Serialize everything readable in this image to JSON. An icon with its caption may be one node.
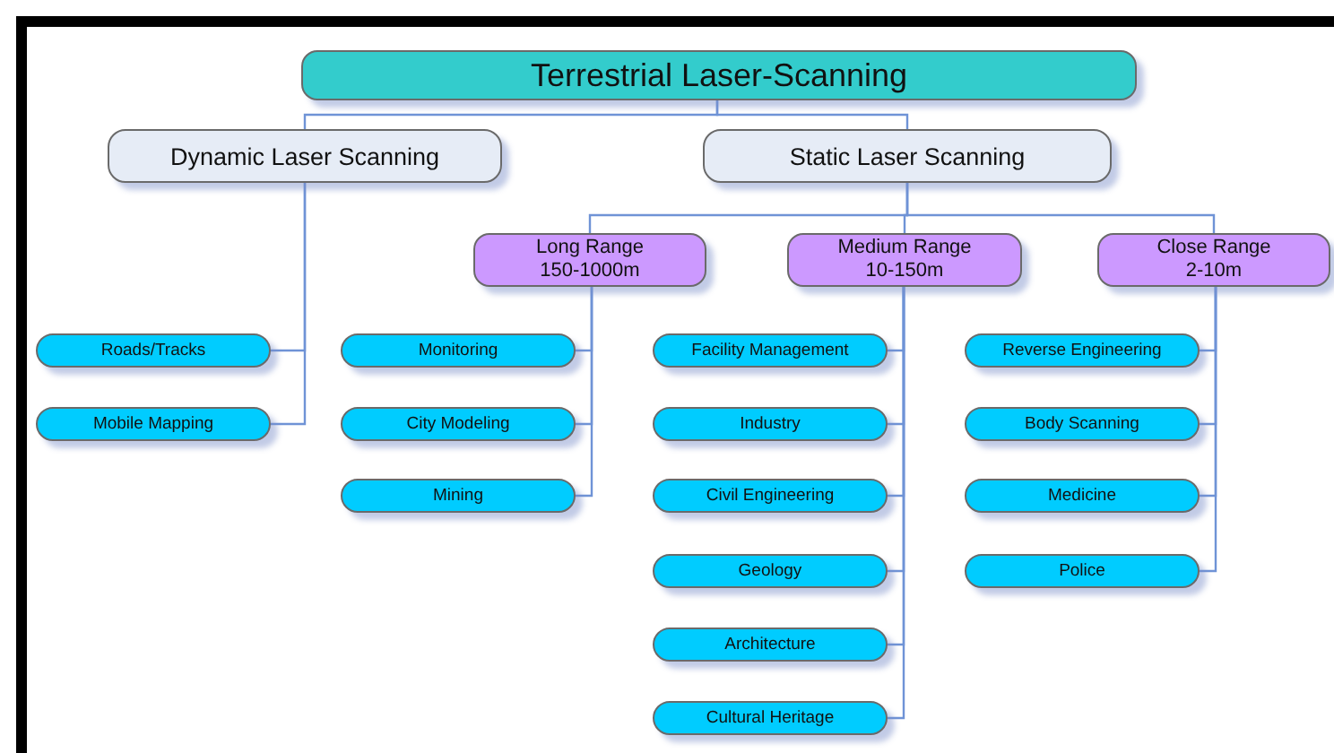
{
  "diagram": {
    "nodes": [
      {
        "text": [
          "Terrestrial Laser-Scanning"
        ]
      },
      {
        "text": [
          "Dynamic Laser Scanning"
        ]
      },
      {
        "text": [
          "Static Laser Scanning"
        ]
      },
      {
        "text": [
          "Long Range",
          "150-1000m"
        ]
      },
      {
        "text": [
          "Medium Range",
          "10-150m"
        ]
      },
      {
        "text": [
          "Close Range",
          "2-10m"
        ]
      },
      {
        "text": [
          "Roads/Tracks"
        ]
      },
      {
        "text": [
          "Mobile Mapping"
        ]
      },
      {
        "text": [
          "Monitoring"
        ]
      },
      {
        "text": [
          "City Modeling"
        ]
      },
      {
        "text": [
          "Mining"
        ]
      },
      {
        "text": [
          "Facility Management"
        ]
      },
      {
        "text": [
          "Industry"
        ]
      },
      {
        "text": [
          "Civil Engineering"
        ]
      },
      {
        "text": [
          "Geology"
        ]
      },
      {
        "text": [
          "Architecture"
        ]
      },
      {
        "text": [
          "Cultural Heritage"
        ]
      },
      {
        "text": [
          "Reverse Engineering"
        ]
      },
      {
        "text": [
          "Body Scanning"
        ]
      },
      {
        "text": [
          "Medicine"
        ]
      },
      {
        "text": [
          "Police"
        ]
      }
    ],
    "edges": [
      {
        "from": 0,
        "to": 1,
        "arrow": "none"
      },
      {
        "from": 0,
        "to": 2,
        "arrow": "none"
      },
      {
        "from": 2,
        "to": 3,
        "arrow": "none"
      },
      {
        "from": 2,
        "to": 4,
        "arrow": "none"
      },
      {
        "from": 2,
        "to": 5,
        "arrow": "none"
      },
      {
        "from": 1,
        "to": 6,
        "arrow": "none"
      },
      {
        "from": 1,
        "to": 7,
        "arrow": "none"
      },
      {
        "from": 3,
        "to": 8,
        "arrow": "none"
      },
      {
        "from": 3,
        "to": 9,
        "arrow": "none"
      },
      {
        "from": 3,
        "to": 10,
        "arrow": "none"
      },
      {
        "from": 4,
        "to": 11,
        "arrow": "none"
      },
      {
        "from": 4,
        "to": 12,
        "arrow": "none"
      },
      {
        "from": 4,
        "to": 13,
        "arrow": "none"
      },
      {
        "from": 4,
        "to": 14,
        "arrow": "none"
      },
      {
        "from": 4,
        "to": 15,
        "arrow": "none"
      },
      {
        "from": 4,
        "to": 16,
        "arrow": "none"
      },
      {
        "from": 5,
        "to": 17,
        "arrow": "none"
      },
      {
        "from": 5,
        "to": 18,
        "arrow": "none"
      },
      {
        "from": 5,
        "to": 19,
        "arrow": "none"
      },
      {
        "from": 5,
        "to": 20,
        "arrow": "none"
      }
    ]
  }
}
